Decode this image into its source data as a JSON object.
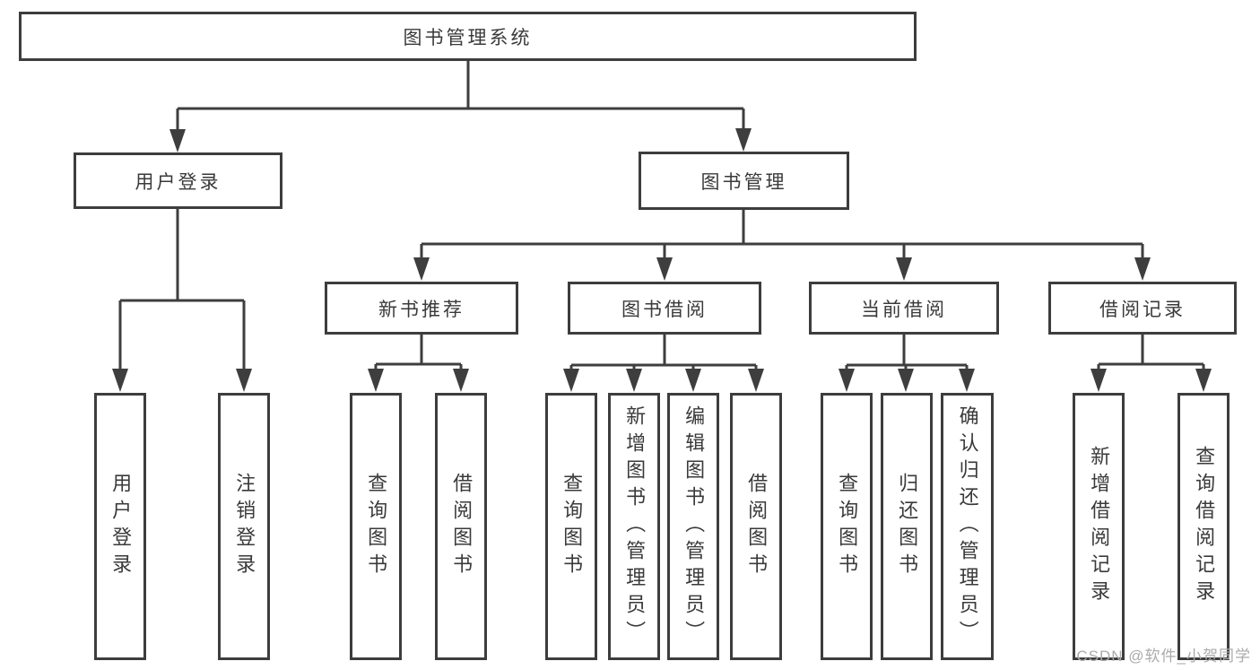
{
  "diagram": {
    "title": "图书管理系统",
    "watermark": "CSDN @软件_小贺同学",
    "colors": {
      "line": "#3e3e3e",
      "box_border": "#3d3d3d",
      "text": "#3a3a3a",
      "watermark": "#ababab",
      "background": "#ffffff"
    },
    "tree": {
      "label": "图书管理系统",
      "children": [
        {
          "label": "用户登录",
          "children": [
            {
              "label": "用户登录"
            },
            {
              "label": "注销登录"
            }
          ]
        },
        {
          "label": "图书管理",
          "children": [
            {
              "label": "新书推荐",
              "children": [
                {
                  "label": "查询图书"
                },
                {
                  "label": "借阅图书"
                }
              ]
            },
            {
              "label": "图书借阅",
              "children": [
                {
                  "label": "查询图书"
                },
                {
                  "label": "新增图书（管理员）"
                },
                {
                  "label": "编辑图书（管理员）"
                },
                {
                  "label": "借阅图书"
                }
              ]
            },
            {
              "label": "当前借阅",
              "children": [
                {
                  "label": "查询图书"
                },
                {
                  "label": "归还图书"
                },
                {
                  "label": "确认归还（管理员）"
                }
              ]
            },
            {
              "label": "借阅记录",
              "children": [
                {
                  "label": "新增借阅记录"
                },
                {
                  "label": "查询借阅记录"
                }
              ]
            }
          ]
        }
      ]
    }
  }
}
